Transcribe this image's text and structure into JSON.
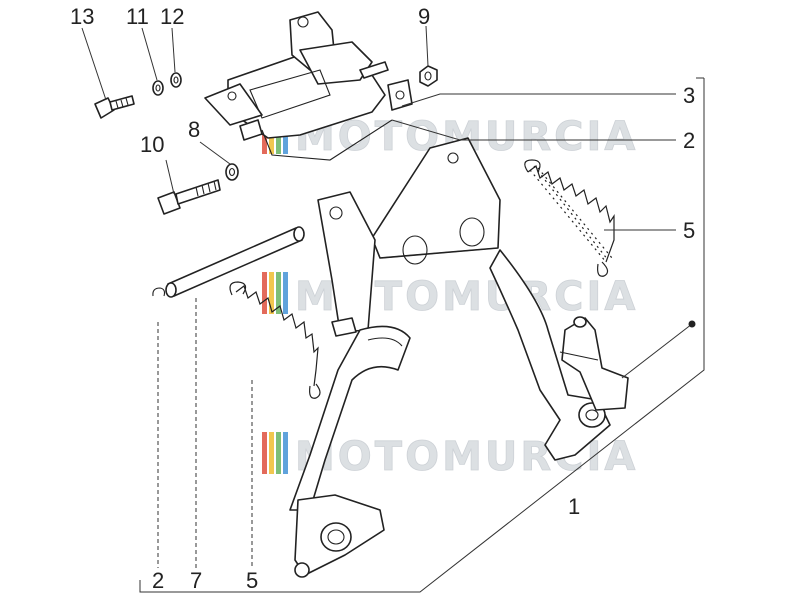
{
  "diagram": {
    "callouts": {
      "c13": "13",
      "c11": "11",
      "c12": "12",
      "c9": "9",
      "c3": "3",
      "c2a": "2",
      "c5a": "5",
      "c10": "10",
      "c8": "8",
      "c1": "1",
      "c2b": "2",
      "c7": "7",
      "c5b": "5"
    },
    "watermark": {
      "text": "MOTOMURCIA",
      "stripe_colors": [
        "#e05a4a",
        "#f0c23c",
        "#6fb86a",
        "#4f9ad9"
      ]
    }
  }
}
